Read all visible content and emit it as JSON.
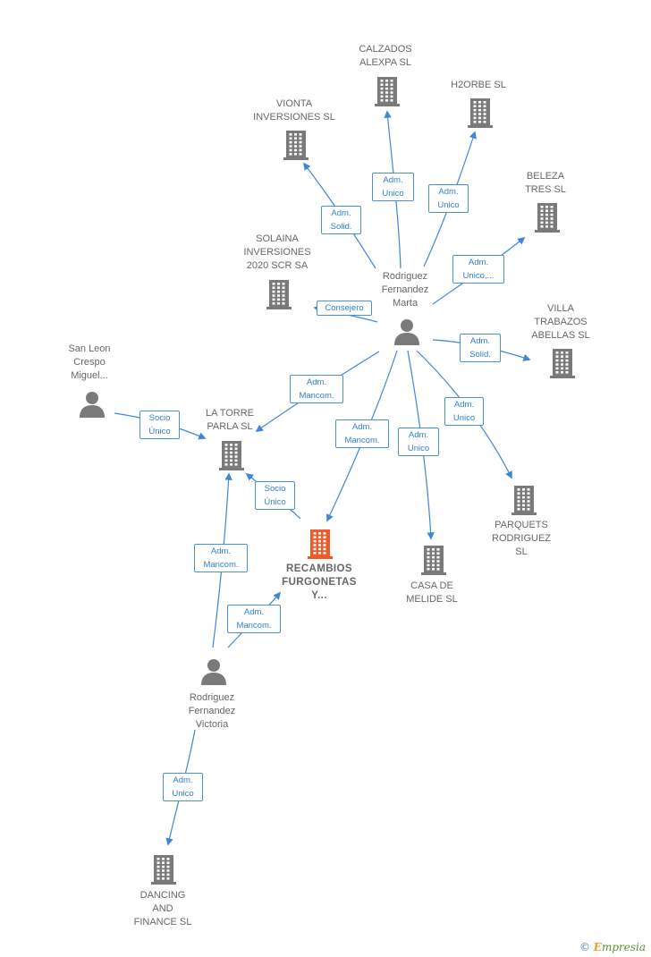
{
  "colors": {
    "edge": "#3f86d6",
    "building": "#7a7a7a",
    "focus_building": "#f05a2a",
    "person": "#7a7a7a"
  },
  "nodes": {
    "calzados": {
      "label": "CALZADOS\nALEXPA  SL",
      "type": "company"
    },
    "h2orbe": {
      "label": "H2ORBE SL",
      "type": "company"
    },
    "vionta": {
      "label": "VIONTA\nINVERSIONES SL",
      "type": "company"
    },
    "beleza": {
      "label": "BELEZA\nTRES  SL",
      "type": "company"
    },
    "solaina": {
      "label": "SOLAINA\nINVERSIONES\n2020 SCR SA",
      "type": "company"
    },
    "marta": {
      "label": "Rodriguez\nFernandez\nMarta",
      "type": "person"
    },
    "villa": {
      "label": "VILLA\nTRABAZOS\nABELLAS  SL",
      "type": "company"
    },
    "sanleon": {
      "label": "San Leon\nCrespo\nMiguel...",
      "type": "person"
    },
    "latorre": {
      "label": "LA TORRE\nPARLA  SL",
      "type": "company"
    },
    "parquets": {
      "label": "PARQUETS\nRODRIGUEZ\nSL",
      "type": "company"
    },
    "recambios": {
      "label": "RECAMBIOS\nFURGONETAS\nY...",
      "type": "focus"
    },
    "casamelide": {
      "label": "CASA DE\nMELIDE SL",
      "type": "company"
    },
    "victoria": {
      "label": "Rodriguez\nFernandez\nVictoria",
      "type": "person"
    },
    "dancing": {
      "label": "DANCING\nAND\nFINANCE SL",
      "type": "company"
    }
  },
  "edges": {
    "marta_calzados": "Adm.\nUnico",
    "marta_h2orbe": "Adm.\nUnico",
    "marta_vionta": "Adm.\nSolid.",
    "marta_beleza": "Adm.\nUnico,...",
    "marta_solaina": "Consejero",
    "marta_villa": "Adm.\nSolid.",
    "marta_latorre": "Adm.\nMancom.",
    "marta_recambios": "Adm.\nMancom.",
    "marta_casamelide": "Adm.\nUnico",
    "marta_parquets": "Adm.\nUnico",
    "sanleon_latorre": "Socio\nÚnico",
    "recambios_latorre": "Socio\nÚnico",
    "victoria_latorre": "Adm.\nMancom.",
    "victoria_recambios": "Adm.\nMancom.",
    "victoria_dancing": "Adm.\nUnico"
  },
  "brand": {
    "copyright": "©",
    "name_initial": "E",
    "name_rest": "mpresia"
  }
}
